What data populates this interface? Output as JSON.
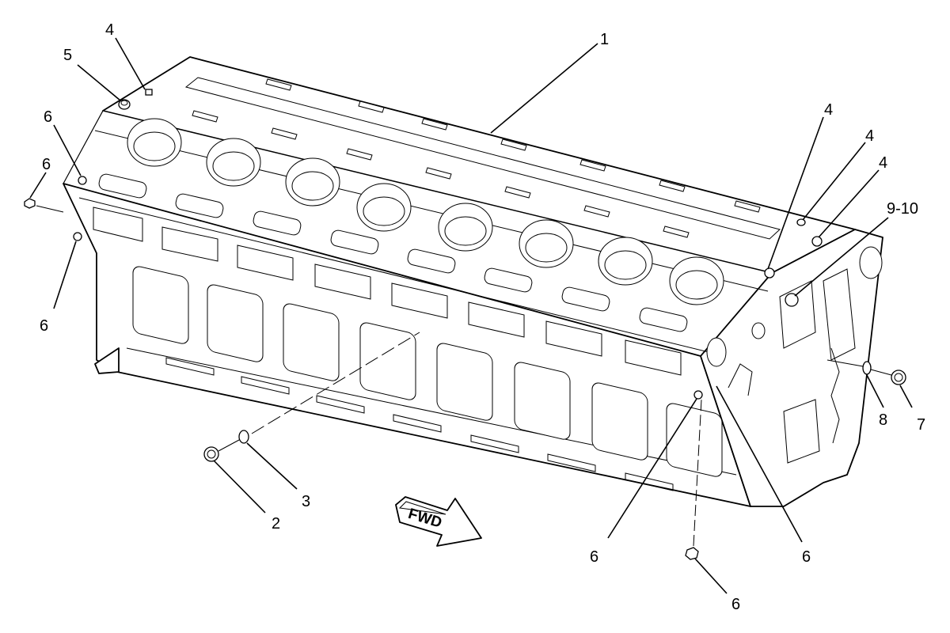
{
  "diagram": {
    "fwd_label": "FWD",
    "callouts": [
      {
        "id": "c1",
        "text": "1"
      },
      {
        "id": "c2",
        "text": "2"
      },
      {
        "id": "c3",
        "text": "3"
      },
      {
        "id": "c4a",
        "text": "4"
      },
      {
        "id": "c4b",
        "text": "4"
      },
      {
        "id": "c4c",
        "text": "4"
      },
      {
        "id": "c4d",
        "text": "4"
      },
      {
        "id": "c5",
        "text": "5"
      },
      {
        "id": "c6a",
        "text": "6"
      },
      {
        "id": "c6b",
        "text": "6"
      },
      {
        "id": "c6c",
        "text": "6"
      },
      {
        "id": "c6d",
        "text": "6"
      },
      {
        "id": "c6e",
        "text": "6"
      },
      {
        "id": "c6f",
        "text": "6"
      },
      {
        "id": "c7",
        "text": "7"
      },
      {
        "id": "c8",
        "text": "8"
      },
      {
        "id": "c9",
        "text": "9-10"
      }
    ]
  }
}
